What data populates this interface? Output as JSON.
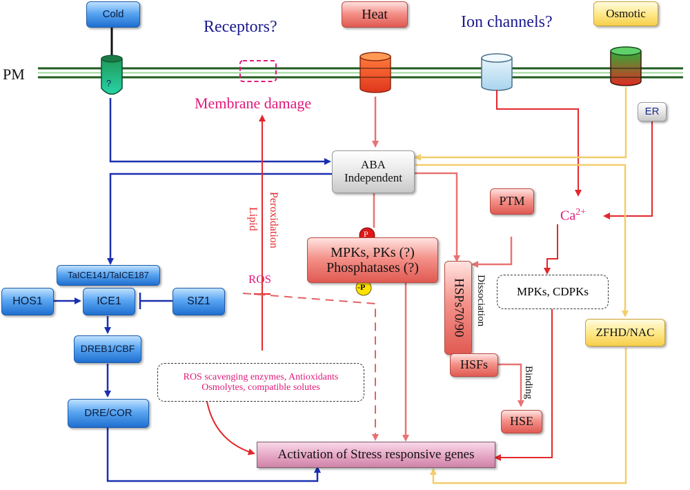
{
  "membrane": {
    "label": "PM"
  },
  "headings": {
    "receptors": "Receptors?",
    "ion_channels": "Ion channels?",
    "membrane_damage": "Membrane damage"
  },
  "stimuli": {
    "cold": "Cold",
    "heat": "Heat",
    "osmotic": "Osmotic"
  },
  "receptor": {
    "question_mark": "?"
  },
  "er": "ER",
  "aba": {
    "line1": "ABA",
    "line2": "Independent"
  },
  "ptm": "PTM",
  "calcium": {
    "base": "Ca",
    "superscript": "2+"
  },
  "kinases": {
    "line1": "MPKs, PKs (?)",
    "line2": "Phosphatases (?)",
    "phospho": "P",
    "dephospho": "-P"
  },
  "hsps": "HSPs70/90",
  "labels": {
    "dissociation": "Dissociation",
    "binding": "Binding",
    "lipid": "Lipid",
    "peroxidation": "Peroxidation"
  },
  "hsfs": "HSFs",
  "hse": "HSE",
  "mpks_cdpks": "MPKs, CDPKs",
  "zfhd_nac": "ZFHD/NAC",
  "ros": "ROS",
  "ros_box": {
    "line1": "ROS scavenging enzymes, Antioxidants",
    "line2": "Osmolytes, compatible solutes"
  },
  "cold_path": {
    "taice": "TaICE141/TaICE187",
    "hos1": "HOS1",
    "ice1": "ICE1",
    "siz1": "SIZ1",
    "dreb": "DREB1/CBF",
    "dre": "DRE/COR"
  },
  "output": "Activation of Stress responsive genes",
  "colors": {
    "blue_path": "#1a2fb0",
    "red_path": "#e4262b",
    "salmon_path": "#e87272",
    "yellow_path": "#f3cd6a",
    "pink_text": "#e0197a",
    "navy_text": "#1a1a8c"
  }
}
